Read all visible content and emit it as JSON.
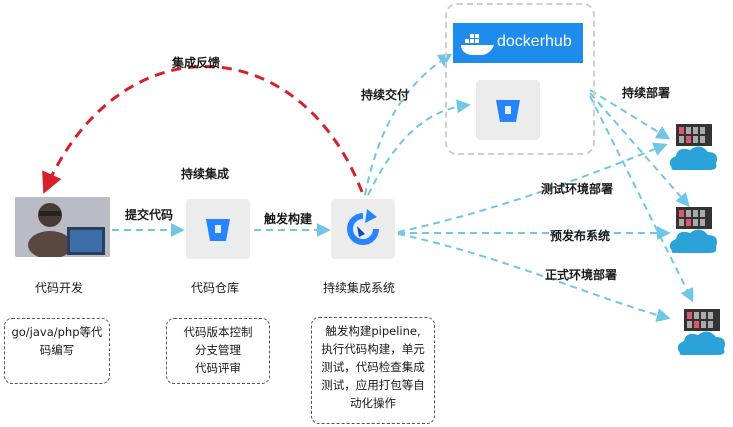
{
  "labels": {
    "feedback": "集成反馈",
    "continuous_delivery": "持续交付",
    "continuous_deploy": "持续部署",
    "continuous_integration": "持续集成",
    "commit_code": "提交代码",
    "trigger_build": "触发构建",
    "test_env_deploy": "测试环境部署",
    "staging_system": "预发布系统",
    "prod_env_deploy": "正式环境部署"
  },
  "nodes": {
    "dev": "代码开发",
    "repo": "代码仓库",
    "ci": "持续集成系统",
    "dockerhub": "dockerhub"
  },
  "notes": {
    "dev": [
      "go/java/php等代",
      "码编写"
    ],
    "repo": [
      "代码版本控制",
      "分支管理",
      "代码评审"
    ],
    "ci": [
      "触发构建pipeline,",
      "执行代码构建，单元",
      "测试，代码检查集成",
      "测试，应用打包等自",
      "动化操作"
    ]
  },
  "colors": {
    "arrow": "#6fc6e6",
    "feedback": "#d6202c",
    "bitbucket": "#2684ff",
    "docker": "#1d8cec"
  },
  "icons": {
    "repo": "bitbucket-icon",
    "ci": "refresh-icon",
    "registry": "bitbucket-icon",
    "docker": "docker-whale-icon",
    "server": "server-cloud-icon"
  }
}
